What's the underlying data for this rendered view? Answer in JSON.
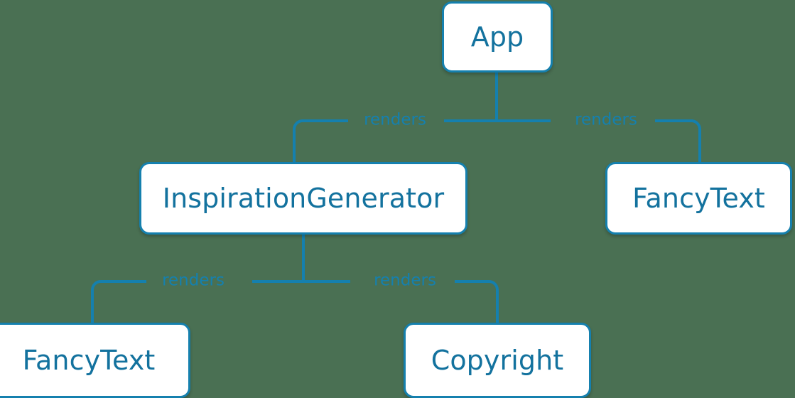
{
  "diagram": {
    "type": "component-tree",
    "background_color": "#4a7053",
    "node_fill": "#ffffff",
    "node_border_color": "#1580ae",
    "node_text_color": "#13729e",
    "edge_color": "#1580ae",
    "edge_label_color": "#1580ae",
    "nodes": [
      {
        "id": "app",
        "label": "App"
      },
      {
        "id": "inspiration",
        "label": "InspirationGenerator"
      },
      {
        "id": "fancytext-right",
        "label": "FancyText"
      },
      {
        "id": "fancytext-left",
        "label": "FancyText"
      },
      {
        "id": "copyright",
        "label": "Copyright"
      }
    ],
    "edges": [
      {
        "from": "app",
        "to": "inspiration",
        "label": "renders"
      },
      {
        "from": "app",
        "to": "fancytext-right",
        "label": "renders"
      },
      {
        "from": "inspiration",
        "to": "fancytext-left",
        "label": "renders"
      },
      {
        "from": "inspiration",
        "to": "copyright",
        "label": "renders"
      }
    ]
  }
}
